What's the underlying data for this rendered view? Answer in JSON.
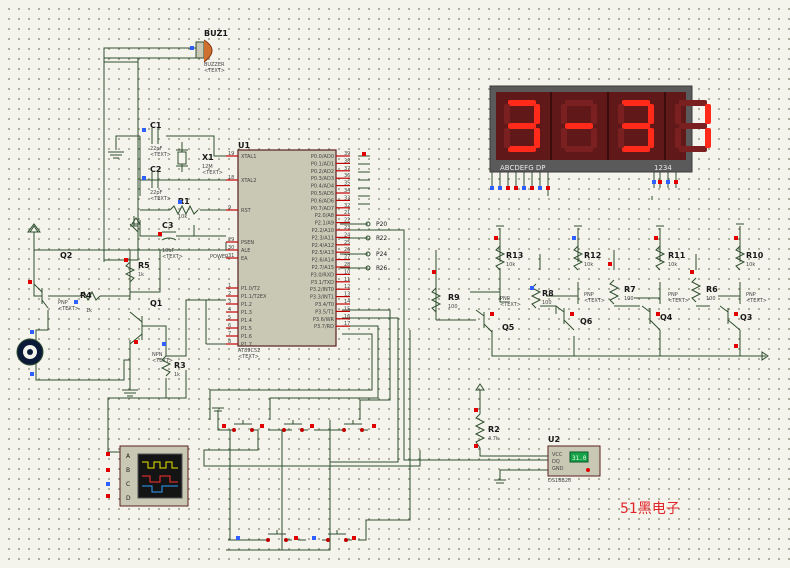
{
  "buzzer": {
    "ref": "BUZ1",
    "part": "BUZZER",
    "text": "<TEXT>"
  },
  "capacitors": [
    {
      "ref": "C1",
      "value": "22pF",
      "text": "<TEXT>"
    },
    {
      "ref": "C2",
      "value": "22pF",
      "text": "<TEXT>"
    },
    {
      "ref": "C3",
      "value": "10uF",
      "text": "<TEXT>"
    }
  ],
  "crystal": {
    "ref": "X1",
    "value": "12M",
    "text": "<TEXT>"
  },
  "mcu": {
    "ref": "U1",
    "part": "AT89C52",
    "text": "<TEXT>",
    "left_pins": [
      "XTAL1",
      "XTAL2",
      "RST",
      "PSEN",
      "ALE",
      "EA",
      "P1.0/T2",
      "P1.1/T2EX",
      "P1.2",
      "P1.3",
      "P1.4",
      "P1.5",
      "P1.6",
      "P1.7"
    ],
    "left_pin_nums": [
      "19",
      "18",
      "9",
      "29",
      "30",
      "31",
      "1",
      "2",
      "3",
      "4",
      "5",
      "6",
      "7",
      "8"
    ],
    "right_pins": [
      "P0.0/AD0",
      "P0.1/AD1",
      "P0.2/AD2",
      "P0.3/AD3",
      "P0.4/AD4",
      "P0.5/AD5",
      "P0.6/AD6",
      "P0.7/AD7",
      "P2.0/A8",
      "P2.1/A9",
      "P2.2/A10",
      "P2.3/A11",
      "P2.4/A12",
      "P2.5/A13",
      "P2.6/A14",
      "P2.7/A15",
      "P3.0/RXD",
      "P3.1/TXD",
      "P3.2/INT0",
      "P3.3/INT1",
      "P3.4/T0",
      "P3.5/T1",
      "P3.6/WR",
      "P3.7/RD"
    ],
    "right_pin_nums": [
      "39",
      "38",
      "37",
      "36",
      "35",
      "34",
      "33",
      "32",
      "21",
      "22",
      "23",
      "24",
      "25",
      "26",
      "27",
      "28",
      "10",
      "11",
      "12",
      "13",
      "14",
      "15",
      "16",
      "17"
    ]
  },
  "power_label": "POWER",
  "port_labels": [
    "P20",
    "P22",
    "P24",
    "P26"
  ],
  "display": {
    "text": "3-31",
    "segment_label": "ABCDEFG  DP",
    "digit_label": "1234",
    "bg_color": "#601818",
    "seg_on": "#ff2a1a",
    "seg_off": "#7a2020"
  },
  "transistors": [
    {
      "ref": "Q1",
      "type": "NPN",
      "text": "<TEXT>"
    },
    {
      "ref": "Q2",
      "type": "PNP",
      "text": "<TEXT>"
    },
    {
      "ref": "Q3",
      "type": "PNP",
      "text": "<TEXT>"
    },
    {
      "ref": "Q4",
      "type": "PNP",
      "text": "<TEXT>"
    },
    {
      "ref": "Q5",
      "type": "PNP",
      "text": "<TEXT>"
    },
    {
      "ref": "Q6",
      "type": "PNP",
      "text": "<TEXT>"
    }
  ],
  "resistors": [
    {
      "ref": "R1",
      "value": "10k"
    },
    {
      "ref": "R2",
      "value": "4.7k"
    },
    {
      "ref": "R3",
      "value": "1k"
    },
    {
      "ref": "R4",
      "value": "1k"
    },
    {
      "ref": "R5",
      "value": "1k"
    },
    {
      "ref": "R6",
      "value": "100"
    },
    {
      "ref": "R7",
      "value": "100"
    },
    {
      "ref": "R8",
      "value": "100"
    },
    {
      "ref": "R9",
      "value": "100"
    },
    {
      "ref": "R10",
      "value": "10k"
    },
    {
      "ref": "R11",
      "value": "10k"
    },
    {
      "ref": "R12",
      "value": "10k"
    },
    {
      "ref": "R13",
      "value": "10k"
    }
  ],
  "sensor": {
    "ref": "U2",
    "part": "DS18B20",
    "pins": [
      "VCC",
      "DQ",
      "GND"
    ],
    "reading": "31.0",
    "text": "<TEXT>"
  },
  "oscilloscope": {
    "channels": [
      "A",
      "B",
      "C",
      "D"
    ]
  },
  "brand": "51黑电子",
  "colors": {
    "wire": "#2f4f2f",
    "pin": "#c00000",
    "body": "#c8c8b4",
    "scope_screen": "#141414"
  }
}
